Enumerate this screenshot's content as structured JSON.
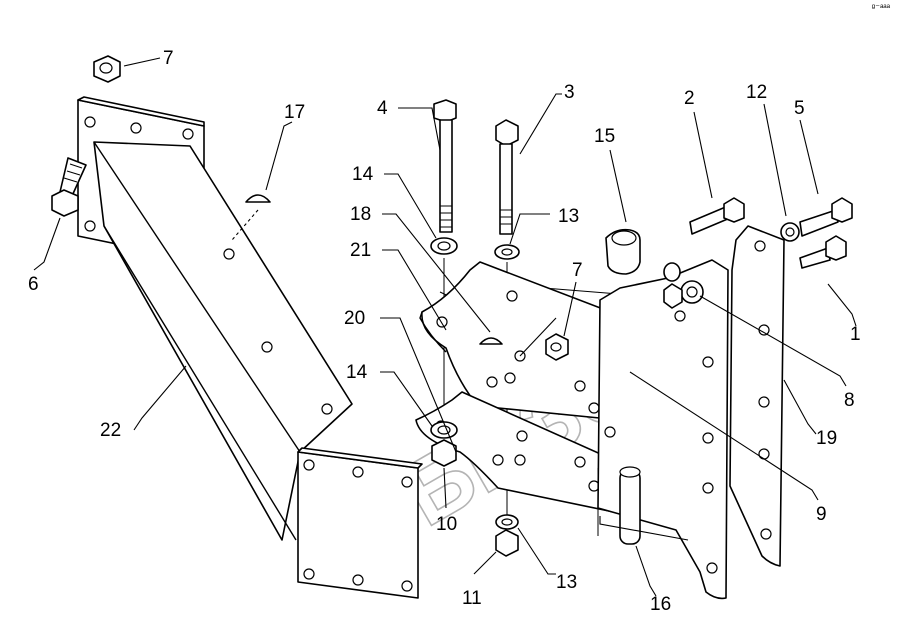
{
  "diagram": {
    "watermark": "БИЗОН",
    "corner_mark": "ᵍ⁻ᵃᵃᵃ",
    "callouts": [
      {
        "id": "c7a",
        "text": "7"
      },
      {
        "id": "c17",
        "text": "17"
      },
      {
        "id": "c4",
        "text": "4"
      },
      {
        "id": "c3",
        "text": "3"
      },
      {
        "id": "c2",
        "text": "2"
      },
      {
        "id": "c12",
        "text": "12"
      },
      {
        "id": "c5",
        "text": "5"
      },
      {
        "id": "c15",
        "text": "15"
      },
      {
        "id": "c14a",
        "text": "14"
      },
      {
        "id": "c18",
        "text": "18"
      },
      {
        "id": "c13a",
        "text": "13"
      },
      {
        "id": "c21",
        "text": "21"
      },
      {
        "id": "c7b",
        "text": "7"
      },
      {
        "id": "c6",
        "text": "6"
      },
      {
        "id": "c1",
        "text": "1"
      },
      {
        "id": "c20",
        "text": "20"
      },
      {
        "id": "c8",
        "text": "8"
      },
      {
        "id": "c14b",
        "text": "14"
      },
      {
        "id": "c22",
        "text": "22"
      },
      {
        "id": "c19",
        "text": "19"
      },
      {
        "id": "c9",
        "text": "9"
      },
      {
        "id": "c10",
        "text": "10"
      },
      {
        "id": "c11",
        "text": "11"
      },
      {
        "id": "c13b",
        "text": "13"
      },
      {
        "id": "c16",
        "text": "16"
      }
    ]
  }
}
